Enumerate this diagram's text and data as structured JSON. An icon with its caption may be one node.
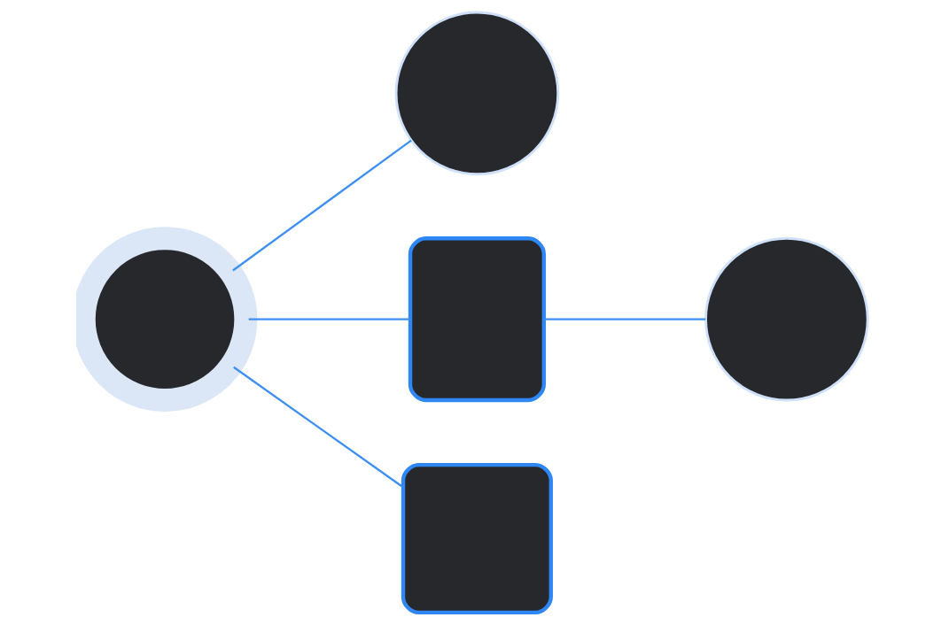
{
  "diagram": {
    "nodes": [
      {
        "text": [],
        "shape": "circle"
      },
      {
        "text": [],
        "shape": "circle"
      },
      {
        "text": [],
        "shape": "box"
      },
      {
        "text": [],
        "shape": "circle"
      },
      {
        "text": [],
        "shape": "box"
      }
    ],
    "edges": [
      {
        "from": 0,
        "to": 1,
        "arrow": "none"
      },
      {
        "from": 0,
        "to": 2,
        "arrow": "none"
      },
      {
        "from": 2,
        "to": 3,
        "arrow": "none"
      },
      {
        "from": 0,
        "to": 4,
        "arrow": "none"
      }
    ]
  }
}
